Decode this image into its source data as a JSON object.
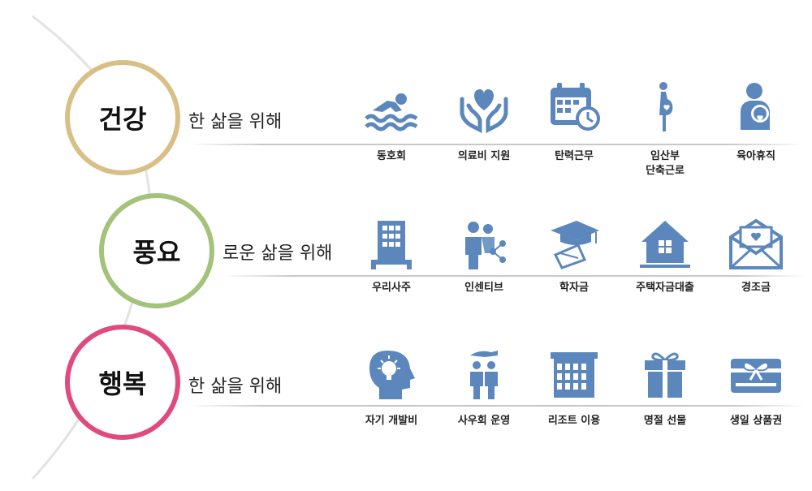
{
  "sections": [
    {
      "title": "건강",
      "subtitle": "한 삶을 위해",
      "color": "#d8bf86",
      "items": [
        {
          "label": "동호회",
          "icon": "swimmer-icon"
        },
        {
          "label": "의료비 지원",
          "icon": "heart-hands-icon"
        },
        {
          "label": "탄력근무",
          "icon": "calendar-clock-icon"
        },
        {
          "label": "임산부\n단축근로",
          "icon": "pregnant-woman-icon"
        },
        {
          "label": "육아휴직",
          "icon": "parent-baby-icon"
        }
      ]
    },
    {
      "title": "풍요",
      "subtitle": "로운 삶을 위해",
      "color": "#a3c27a",
      "items": [
        {
          "label": "우리사주",
          "icon": "building-icon"
        },
        {
          "label": "인센티브",
          "icon": "people-share-icon"
        },
        {
          "label": "학자금",
          "icon": "graduation-cap-icon"
        },
        {
          "label": "주택자금대출",
          "icon": "house-icon"
        },
        {
          "label": "경조금",
          "icon": "envelope-heart-icon"
        }
      ]
    },
    {
      "title": "행복",
      "subtitle": "한 삶을 위해",
      "color": "#e04a7c",
      "items": [
        {
          "label": "자기 개발비",
          "icon": "head-bulb-icon"
        },
        {
          "label": "사우회 운영",
          "icon": "group-hand-icon"
        },
        {
          "label": "리조트 이용",
          "icon": "resort-building-icon"
        },
        {
          "label": "명절 선물",
          "icon": "gift-box-icon"
        },
        {
          "label": "생일 상품권",
          "icon": "gift-card-icon"
        }
      ]
    }
  ],
  "icon_color": "#5b87bd"
}
